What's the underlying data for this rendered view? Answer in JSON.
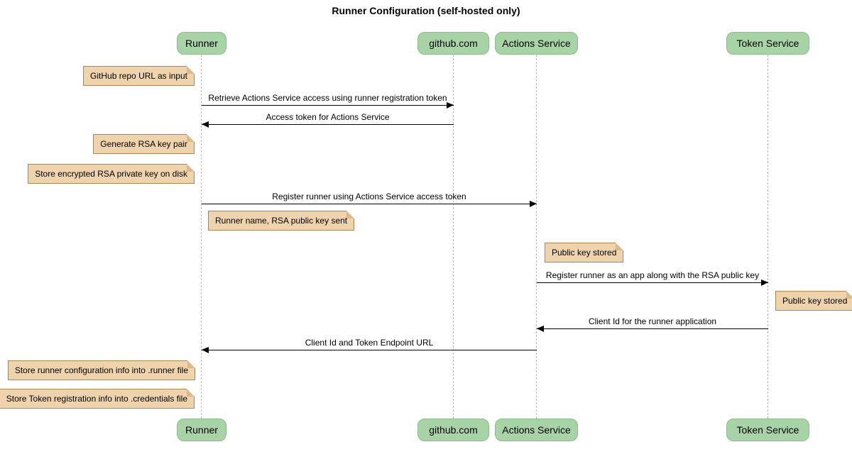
{
  "title": "Runner Configuration (self-hosted only)",
  "participants": [
    {
      "name": "Runner"
    },
    {
      "name": "github.com"
    },
    {
      "name": "Actions Service"
    },
    {
      "name": "Token Service"
    }
  ],
  "messages": [
    {
      "label": "Retrieve Actions Service access using runner registration token",
      "from": "Runner",
      "to": "github.com"
    },
    {
      "label": "Access token for Actions Service",
      "from": "github.com",
      "to": "Runner"
    },
    {
      "label": "Register runner using Actions Service access token",
      "from": "Runner",
      "to": "Actions Service"
    },
    {
      "label": "Register runner as an app along with the RSA public key",
      "from": "Actions Service",
      "to": "Token Service"
    },
    {
      "label": "Client Id for the runner application",
      "from": "Token Service",
      "to": "Actions Service"
    },
    {
      "label": "Client Id and Token Endpoint URL",
      "from": "Actions Service",
      "to": "Runner"
    }
  ],
  "notes": [
    {
      "text": "GitHub repo URL as input",
      "anchor": "left of Runner"
    },
    {
      "text": "Generate RSA key pair",
      "anchor": "left of Runner"
    },
    {
      "text": "Store encrypted RSA private key on disk",
      "anchor": "left of Runner"
    },
    {
      "text": "Runner name, RSA public key sent",
      "anchor": "right of Runner"
    },
    {
      "text": "Public key stored",
      "anchor": "right of Actions Service"
    },
    {
      "text": "Public key stored",
      "anchor": "right of Token Service"
    },
    {
      "text": "Store runner configuration info into .runner file",
      "anchor": "left of Runner"
    },
    {
      "text": "Store Token registration info into .credentials file",
      "anchor": "left of Runner"
    }
  ],
  "colors": {
    "participant_fill": "#a7d3a7",
    "participant_border": "#8abd8a",
    "note_fill": "#efd3ac",
    "note_border": "#ab8753",
    "lifeline": "#b9b9b9",
    "arrow": "#000000"
  }
}
